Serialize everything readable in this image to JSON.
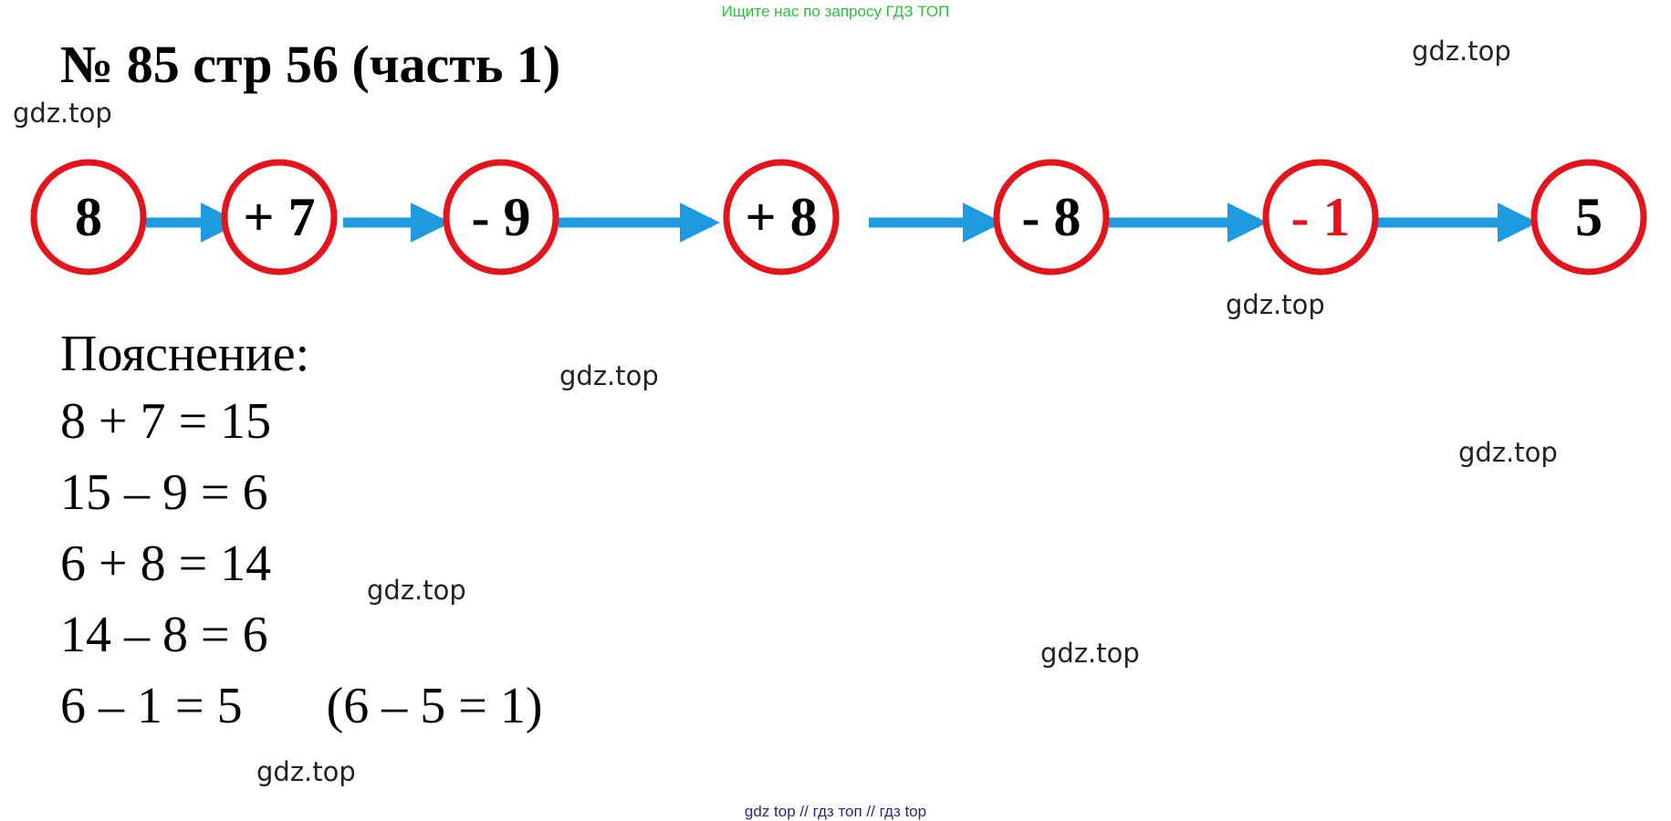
{
  "banner": "Ищите нас по запросу ГДЗ ТОП",
  "title": "№ 85 стр 56 (часть 1)",
  "watermark": "gdz.top",
  "chain": {
    "nodes": [
      "8",
      "+ 7",
      "- 9",
      "+ 8",
      "- 8",
      "- 1",
      "5"
    ],
    "highlighted_node": 5,
    "colors": {
      "circle": "#e3141b",
      "arrow": "#1e9ae0",
      "text": "#000000",
      "highlight_text": "#e3141b"
    }
  },
  "explanation": {
    "heading": "Пояснение:",
    "lines": [
      "8 + 7 = 15",
      "15 – 9 = 6",
      "6 + 8 = 14",
      "14 – 8 = 6",
      "6 – 1 = 5"
    ],
    "note": "(6 – 5 = 1)"
  },
  "footer": "gdz top  //  гдз топ  //  гдз top"
}
